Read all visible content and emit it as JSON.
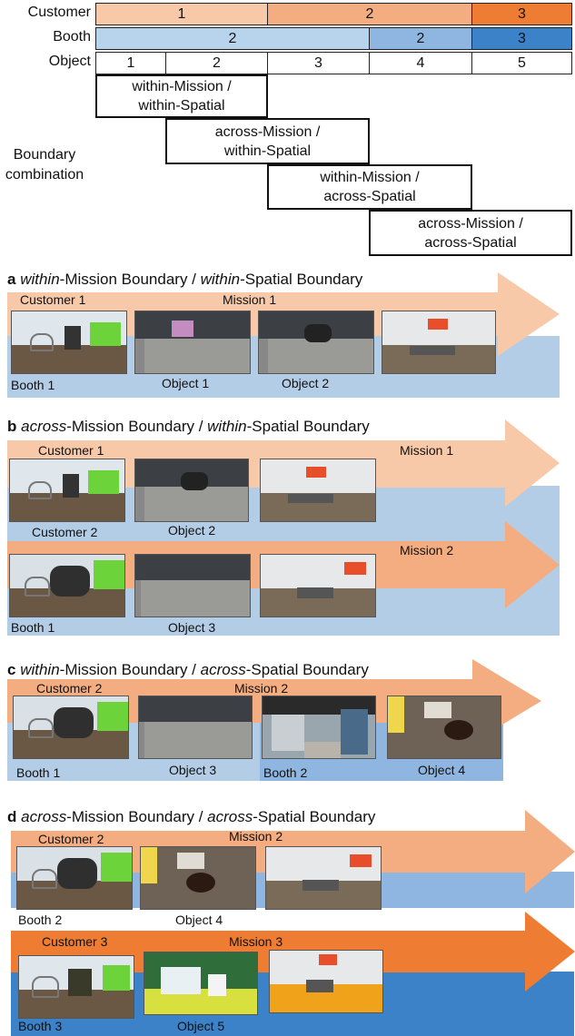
{
  "table": {
    "row_labels": [
      "Customer",
      "Booth",
      "Object"
    ],
    "customer": [
      "1",
      "2",
      "3"
    ],
    "booth": [
      "2",
      "2",
      "3"
    ],
    "object": [
      "1",
      "2",
      "3",
      "4",
      "5"
    ],
    "combo_label_1": "Boundary",
    "combo_label_2": "combination",
    "combos": [
      {
        "l1": "within-Mission /",
        "l2": "within-Spatial"
      },
      {
        "l1": "across-Mission /",
        "l2": "within-Spatial"
      },
      {
        "l1": "within-Mission /",
        "l2": "across-Spatial"
      },
      {
        "l1": "across-Mission /",
        "l2": "across-Spatial"
      }
    ]
  },
  "colors": {
    "customer1": "#f8c9a8",
    "customer2": "#f3ad80",
    "customer3": "#ee7c33",
    "booth_light": "#b8d4ec",
    "booth_mid": "#8fb6e0",
    "booth_dark": "#3b82c9",
    "band_light": "#b3cde6"
  },
  "panels": {
    "a": {
      "letter": "a",
      "p1": "within",
      "p2": "-Mission Boundary / ",
      "p3": "within",
      "p4": "-Spatial Boundary",
      "customer": "Customer 1",
      "mission": "Mission 1",
      "booth": "Booth 1",
      "obj1": "Object 1",
      "obj2": "Object 2"
    },
    "b": {
      "letter": "b",
      "p1": "across",
      "p2": "-Mission Boundary / ",
      "p3": "within",
      "p4": "-Spatial Boundary",
      "customer1": "Customer 1",
      "mission1": "Mission 1",
      "customer2": "Customer 2",
      "obj2": "Object 2",
      "mission2": "Mission 2",
      "booth": "Booth 1",
      "obj3": "Object 3"
    },
    "c": {
      "letter": "c",
      "p1": "within",
      "p2": "-Mission Boundary / ",
      "p3": "across",
      "p4": "-Spatial Boundary",
      "customer": "Customer 2",
      "mission": "Mission 2",
      "booth1": "Booth 1",
      "obj3": "Object 3",
      "booth2": "Booth 2",
      "obj4": "Object 4"
    },
    "d": {
      "letter": "d",
      "p1": "across",
      "p2": "-Mission Boundary / ",
      "p3": "across",
      "p4": "-Spatial Boundary",
      "customer2": "Customer 2",
      "mission2": "Mission 2",
      "booth2": "Booth 2",
      "obj4": "Object 4",
      "customer3": "Customer 3",
      "mission3": "Mission 3",
      "booth3": "Booth 3",
      "obj5": "Object 5"
    }
  }
}
